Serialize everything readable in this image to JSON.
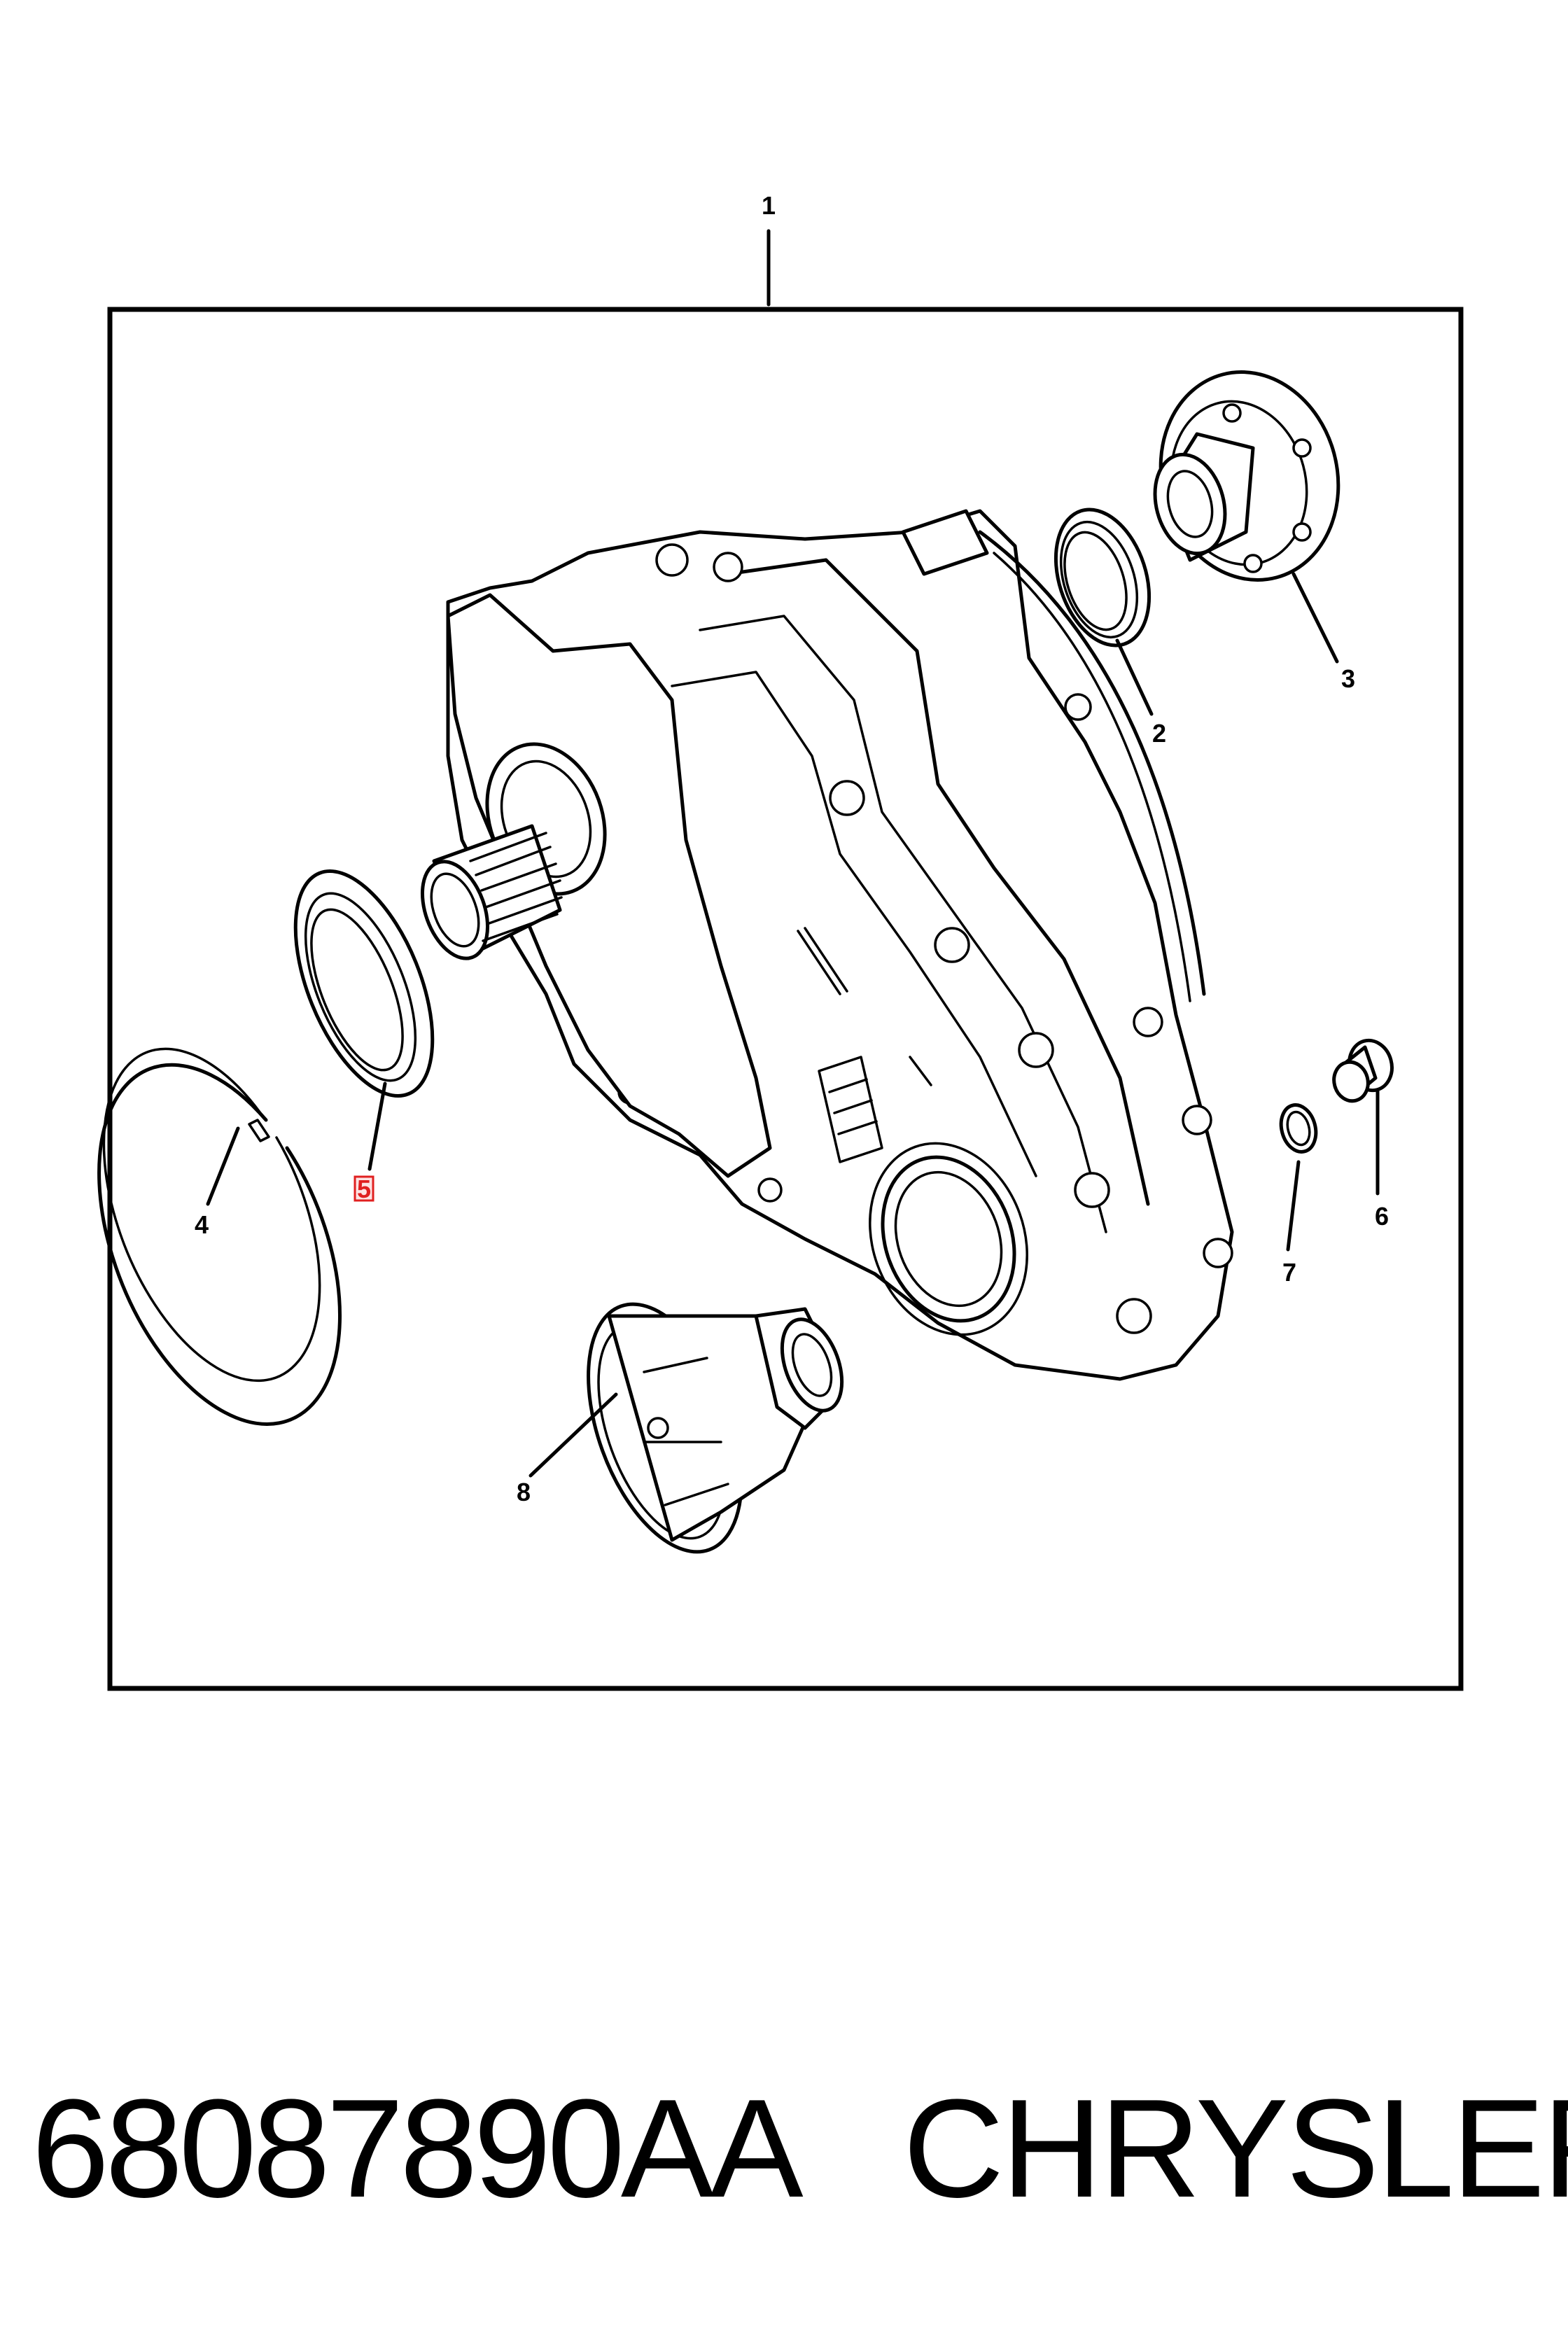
{
  "diagram": {
    "callouts": [
      "1",
      "2",
      "3",
      "4",
      "5",
      "6",
      "7",
      "8"
    ],
    "highlighted_callout": "5",
    "highlight_color": "#e02020"
  },
  "footer": {
    "part_number": "68087890AA",
    "brand": "CHRYSLER"
  }
}
